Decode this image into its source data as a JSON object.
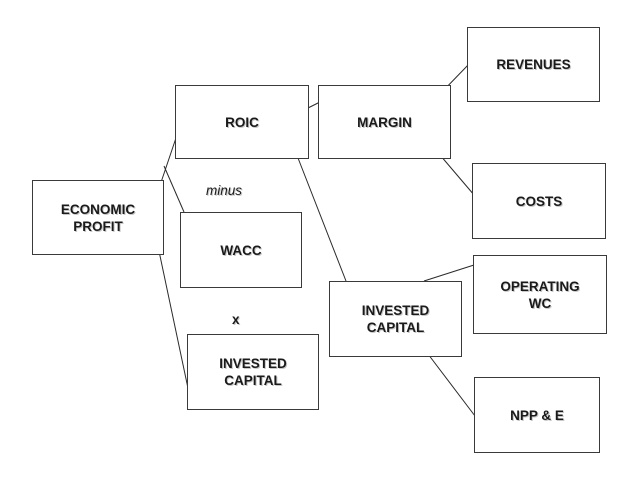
{
  "nodes": {
    "economic_profit": "ECONOMIC\nPROFIT",
    "roic": "ROIC",
    "wacc": "WACC",
    "invested_capital_left": "INVESTED\nCAPITAL",
    "margin": "MARGIN",
    "invested_capital_right": "INVESTED\nCAPITAL",
    "revenues": "REVENUES",
    "costs": "COSTS",
    "operating_wc": "OPERATING\nWC",
    "npp_e": "NPP & E"
  },
  "operators": {
    "minus": "minus",
    "times": "x"
  }
}
